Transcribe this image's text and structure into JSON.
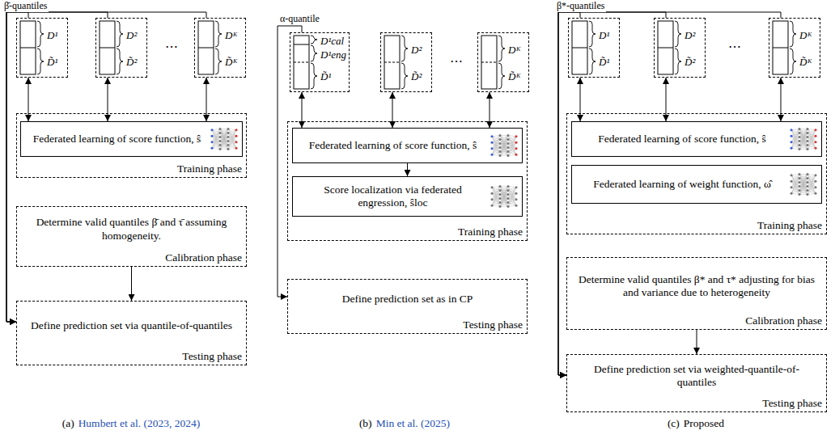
{
  "diagram": {
    "nodes": [
      {
        "text": [
          "D¹",
          "D̃¹"
        ]
      },
      {
        "text": [
          "D²",
          "D̃²"
        ]
      },
      {
        "text": [
          "Dᴷ",
          "D̃ᴷ"
        ]
      },
      {
        "text": [
          "Training phase"
        ]
      },
      {
        "text": [
          "Federated learning of score function, ŝ"
        ],
        "in": 3
      },
      {
        "text": [
          "Determine valid quantiles β̄ and τ̄ assuming homogeneity.",
          "Calibration phase"
        ]
      },
      {
        "text": [
          "Define prediction set via quantile-of-quantiles",
          "Testing phase"
        ]
      },
      {
        "text": [
          "D¹cal",
          "D¹eng",
          "D̃¹"
        ]
      },
      {
        "text": [
          "D²",
          "D̃²"
        ]
      },
      {
        "text": [
          "Dᴷ",
          "D̃ᴷ"
        ]
      },
      {
        "text": [
          "Training phase"
        ]
      },
      {
        "text": [
          "Federated learning of score function, ŝ"
        ],
        "in": 10
      },
      {
        "text": [
          "Score localization via federated engression, ŝloc"
        ],
        "in": 10
      },
      {
        "text": [
          "Define prediction set as in CP",
          "Testing phase"
        ]
      },
      {
        "text": [
          "D¹",
          "D̃¹"
        ]
      },
      {
        "text": [
          "D²",
          "D̃²"
        ]
      },
      {
        "text": [
          "Dᴷ",
          "D̃ᴷ"
        ]
      },
      {
        "text": [
          "Training phase"
        ]
      },
      {
        "text": [
          "Federated learning of score function, ŝ"
        ],
        "in": 17
      },
      {
        "text": [
          "Federated learning of weight function, ω̂"
        ],
        "in": 17
      },
      {
        "text": [
          "Determine valid quantiles β* and τ* adjusting for bias and variance due to heterogeneity",
          "Calibration phase"
        ]
      },
      {
        "text": [
          "Define prediction set via weighted-quantile-of-quantiles",
          "Testing phase"
        ]
      }
    ],
    "edges": [
      {
        "from": 0,
        "to": 4,
        "arrow": "both"
      },
      {
        "from": 1,
        "to": 4,
        "arrow": "both"
      },
      {
        "from": 2,
        "to": 4,
        "arrow": "both"
      },
      {
        "from": 5,
        "to": 6,
        "arrow": "to"
      },
      {
        "from": 0,
        "to": 6,
        "arrow": "to",
        "label": "β̄-quantiles"
      },
      {
        "from": 1,
        "to": 6,
        "arrow": "to"
      },
      {
        "from": 2,
        "to": 6,
        "arrow": "to"
      },
      {
        "from": 7,
        "to": 11,
        "arrow": "both"
      },
      {
        "from": 8,
        "to": 11,
        "arrow": "both"
      },
      {
        "from": 9,
        "to": 11,
        "arrow": "both"
      },
      {
        "from": 11,
        "to": 12,
        "arrow": "to"
      },
      {
        "from": 7,
        "to": 13,
        "arrow": "to",
        "label": "α-quantile"
      },
      {
        "from": 14,
        "to": 18,
        "arrow": "both"
      },
      {
        "from": 15,
        "to": 18,
        "arrow": "both"
      },
      {
        "from": 16,
        "to": 18,
        "arrow": "both"
      },
      {
        "from": 20,
        "to": 21,
        "arrow": "to"
      },
      {
        "from": 14,
        "to": 21,
        "arrow": "to",
        "label": "β*-quantiles"
      },
      {
        "from": 15,
        "to": 21,
        "arrow": "to"
      },
      {
        "from": 16,
        "to": 21,
        "arrow": "to"
      }
    ],
    "labels": [
      "⋯",
      "⋯",
      "⋯",
      "(a)",
      "Humbert et al. (2023, 2024)",
      "(b)",
      "Min et al. (2025)",
      "(c)",
      "Proposed"
    ]
  }
}
